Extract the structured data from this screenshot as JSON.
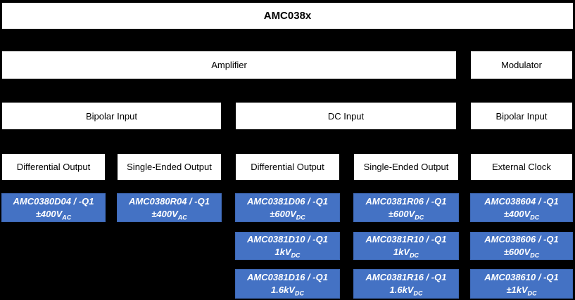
{
  "title": "AMC038x",
  "colors": {
    "background": "#000000",
    "node_white": "#FFFFFF",
    "node_blue": "#4472C4",
    "node_blue_border": "#3E68B5",
    "part_text": "#FFFFFF"
  },
  "level2": {
    "amplifier": "Amplifier",
    "modulator": "Modulator"
  },
  "level3": {
    "left": "Bipolar Input",
    "center": "DC Input",
    "right": "Bipolar Input"
  },
  "level4": {
    "col1": "Differential Output",
    "col2": "Single-Ended Output",
    "col3": "Differential Output",
    "col4": "Single-Ended Output",
    "col5": "External Clock"
  },
  "parts": {
    "col1": [
      {
        "name": "AMC0380D04 / -Q1",
        "rating": "±400V",
        "sub": "AC"
      }
    ],
    "col2": [
      {
        "name": "AMC0380R04 / -Q1",
        "rating": "±400V",
        "sub": "AC"
      }
    ],
    "col3": [
      {
        "name": "AMC0381D06 / -Q1",
        "rating": "±600V",
        "sub": "DC"
      },
      {
        "name": "AMC0381D10 / -Q1",
        "rating": "1kV",
        "sub": "DC"
      },
      {
        "name": "AMC0381D16 / -Q1",
        "rating": "1.6kV",
        "sub": "DC"
      }
    ],
    "col4": [
      {
        "name": "AMC0381R06 / -Q1",
        "rating": "±600V",
        "sub": "DC"
      },
      {
        "name": "AMC0381R10 / -Q1",
        "rating": "1kV",
        "sub": "DC"
      },
      {
        "name": "AMC0381R16 / -Q1",
        "rating": "1.6kV",
        "sub": "DC"
      }
    ],
    "col5": [
      {
        "name": "AMC038604 / -Q1",
        "rating": "±400V",
        "sub": "DC"
      },
      {
        "name": "AMC038606 / -Q1",
        "rating": "±600V",
        "sub": "DC"
      },
      {
        "name": "AMC038610 / -Q1",
        "rating": "±1kV",
        "sub": "DC"
      }
    ]
  }
}
